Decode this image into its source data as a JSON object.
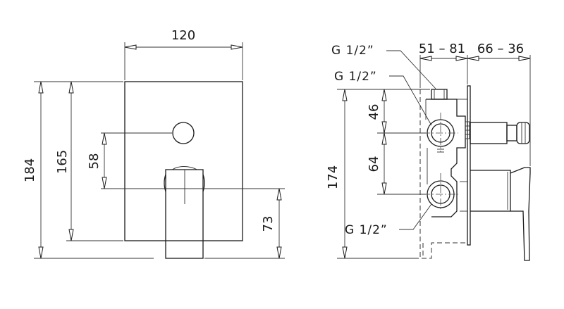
{
  "left_view": {
    "dim_width": "120",
    "dim_total_height": "184",
    "dim_plate_height": "165",
    "dim_outlet_offset": "58",
    "dim_spout_height": "73"
  },
  "right_view": {
    "dim_depth_range_a": "51 – 81",
    "dim_depth_range_b": "66 – 36",
    "dim_body_height": "174",
    "dim_inlet_upper": "46",
    "dim_inlet_spacing": "64",
    "thread_top": "G 1/2”",
    "thread_middle": "G 1/2”",
    "thread_bottom": "G 1/2”"
  }
}
